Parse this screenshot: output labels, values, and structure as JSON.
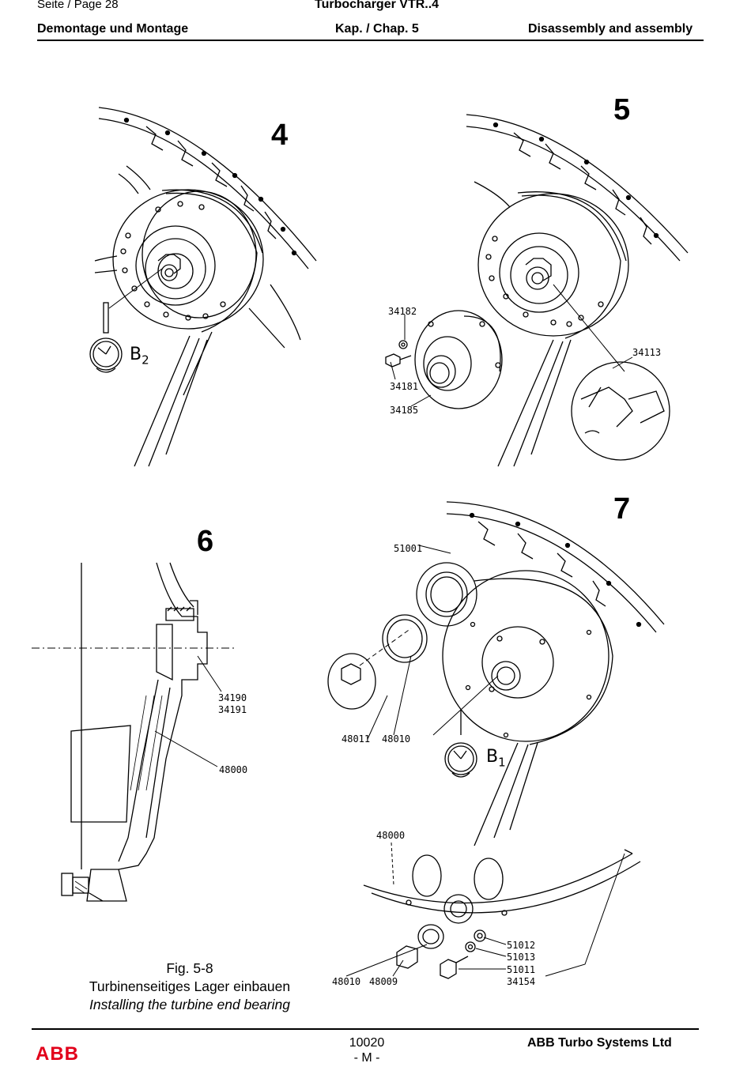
{
  "header": {
    "page_label": "Seite / Page  28",
    "title": "Turbocharger VTR..4",
    "section_de": "Demontage und Montage",
    "chapter": "Kap. / Chap. 5",
    "section_en": "Disassembly and assembly"
  },
  "figures": {
    "fig4": {
      "number": "4",
      "gauge": "B",
      "gauge_sub": "2"
    },
    "fig5": {
      "number": "5",
      "parts": [
        "34182",
        "34181",
        "34185",
        "34113"
      ]
    },
    "fig6": {
      "number": "6",
      "parts": [
        "34190",
        "34191",
        "48000"
      ]
    },
    "fig7": {
      "number": "7",
      "gauge": "B",
      "gauge_sub": "1",
      "parts": [
        "51001",
        "48011",
        "48010",
        "48000",
        "51012",
        "51013",
        "51011",
        "34154",
        "48010",
        "48009"
      ]
    }
  },
  "caption": {
    "figure": "Fig. 5-8",
    "german": "Turbinenseitiges Lager einbauen",
    "english": "Installing the turbine end bearing"
  },
  "footer": {
    "doc_number": "10020",
    "revision": "- M -",
    "company": "ABB Turbo Systems Ltd",
    "logo": "ABB"
  }
}
